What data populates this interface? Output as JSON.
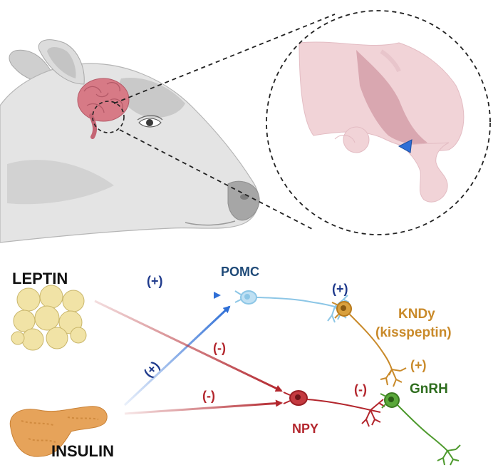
{
  "labels": {
    "leptin": "LEPTIN",
    "insulin": "INSULIN",
    "pomc": "POMC",
    "npy": "NPY",
    "kndy_line1": "KNDy",
    "kndy_line2": "(kisspeptin)",
    "gnrh": "GnRH"
  },
  "signs": {
    "leptin_pomc": "(+)",
    "leptin_npy": "(-)",
    "insulin_pomc": "(+)",
    "insulin_npy": "(-)",
    "pomc_kndy": "(+)",
    "npy_gnrh": "(-)",
    "kndy_gnrh": "(+)"
  },
  "colors": {
    "blue_dark": "#1f3a8c",
    "blue_arrow": "#2f6fd6",
    "red": "#b3262d",
    "pomc_text": "#1f4a78",
    "pomc_neuron": "#8cc6e6",
    "npy_neuron": "#b3262d",
    "kndy": "#c98a2a",
    "gnrh": "#2e6d1e",
    "gnrh_neuron": "#4e9a2e",
    "cow_light": "#e4e4e4",
    "cow_dark": "#b9b9b9",
    "brain": "#d77a86",
    "fat": "#f1e3a6",
    "pancreas": "#e6a35a"
  }
}
